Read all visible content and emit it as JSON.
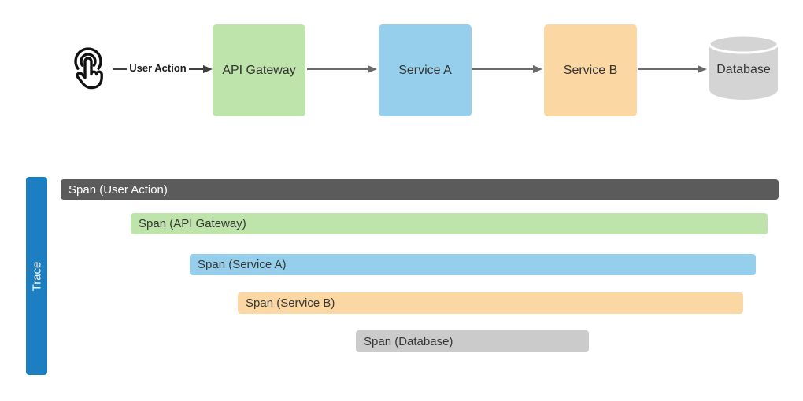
{
  "colors": {
    "green": "#bee3ab",
    "blue": "#95cfec",
    "orange": "#fbd8a3",
    "gray_bar": "#cbcbcb",
    "dark_bar": "#5b5b5b",
    "trace_blue": "#1d7fc1",
    "cylinder_gray": "#d4d4d4"
  },
  "icons": {
    "user_action": "tap-gesture-icon"
  },
  "flow": {
    "edge_label": "User Action",
    "nodes": [
      {
        "label": "API Gateway"
      },
      {
        "label": "Service A"
      },
      {
        "label": "Service B"
      },
      {
        "label": "Database"
      }
    ]
  },
  "trace": {
    "label": "Trace",
    "spans": [
      {
        "label": "Span (User Action)"
      },
      {
        "label": "Span (API Gateway)"
      },
      {
        "label": "Span (Service A)"
      },
      {
        "label": "Span (Service B)"
      },
      {
        "label": "Span (Database)"
      }
    ]
  }
}
